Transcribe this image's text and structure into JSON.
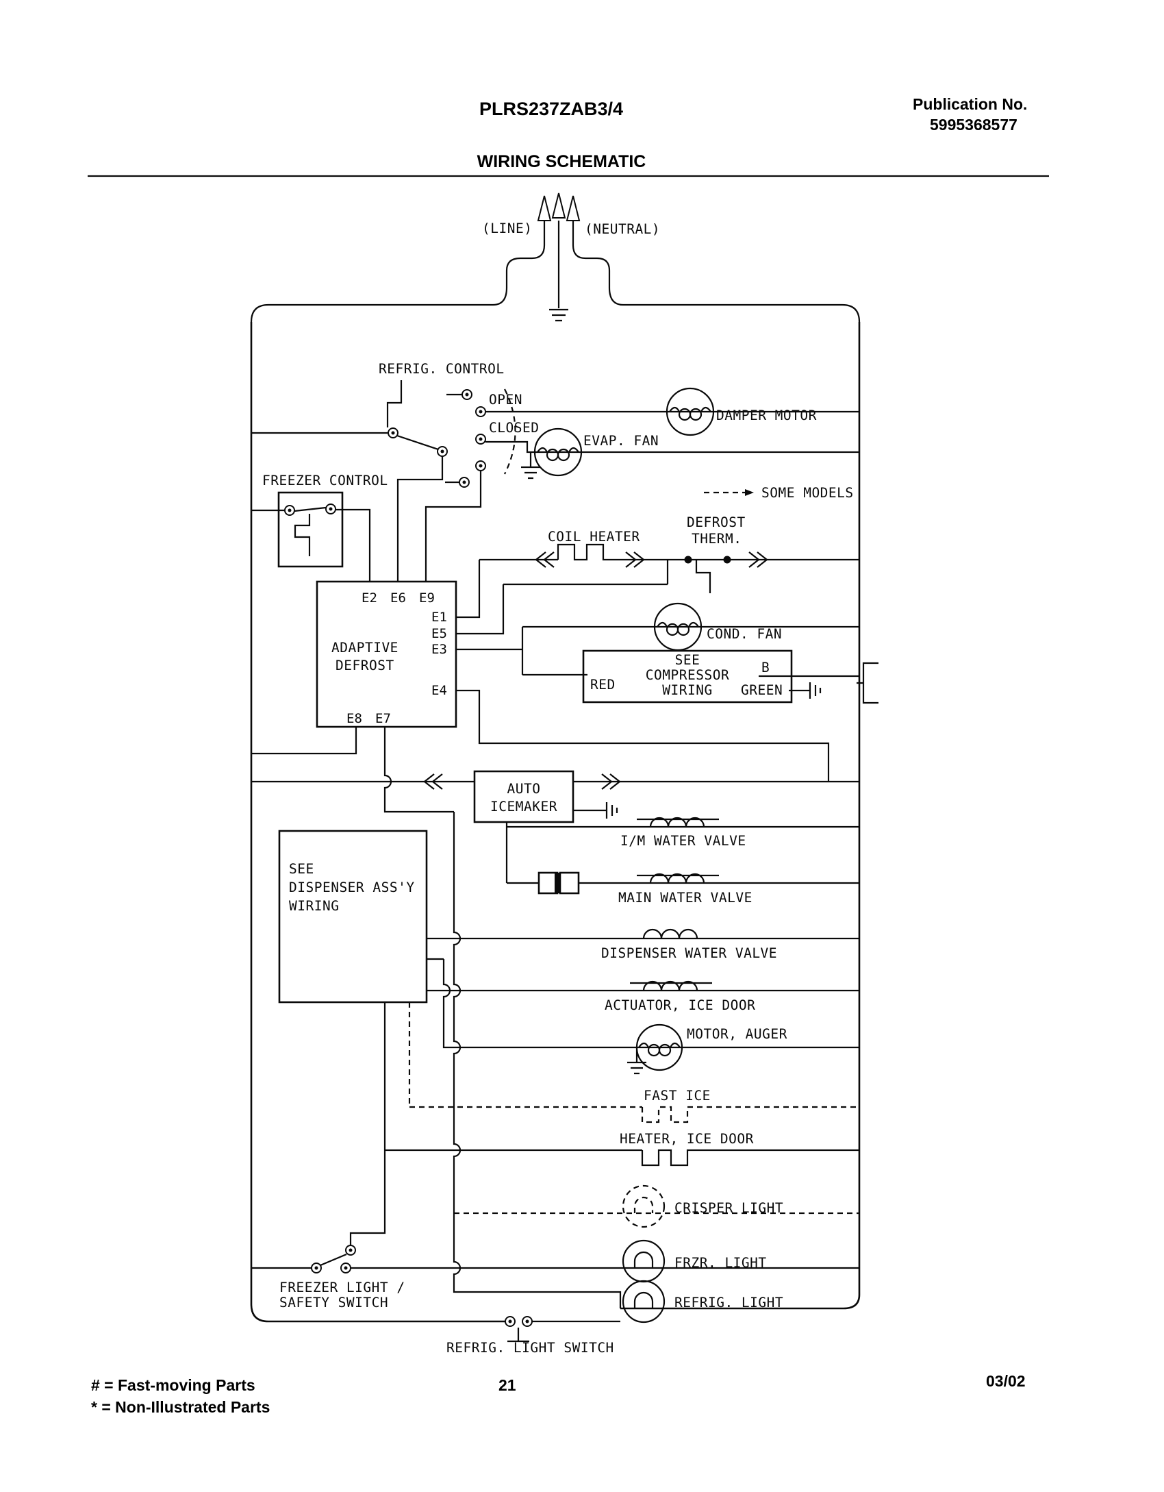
{
  "header": {
    "model": "PLRS237ZAB3/4",
    "publication_label": "Publication No.",
    "publication_number": "5995368577",
    "title": "WIRING SCHEMATIC"
  },
  "supply": {
    "line": "(LINE)",
    "neutral": "(NEUTRAL)"
  },
  "components": {
    "refrig_control": "REFRIG. CONTROL",
    "open": "OPEN",
    "closed": "CLOSED",
    "damper_motor": "DAMPER MOTOR",
    "evap_fan": "EVAP. FAN",
    "some_models": "SOME MODELS",
    "freezer_control": "FREEZER CONTROL",
    "coil_heater": "COIL HEATER",
    "defrost_therm_line1": "DEFROST",
    "defrost_therm_line2": "THERM.",
    "adaptive_defrost_line1": "ADAPTIVE",
    "adaptive_defrost_line2": "DEFROST",
    "cond_fan": "COND. FAN",
    "compressor_line1": "SEE",
    "compressor_line2": "COMPRESSOR",
    "compressor_line3": "WIRING",
    "wire_red": "RED",
    "wire_b": "B",
    "wire_green": "GREEN",
    "auto_icemaker_line1": "AUTO",
    "auto_icemaker_line2": "ICEMAKER",
    "dispenser_line1": "SEE",
    "dispenser_line2": "DISPENSER ASS'Y",
    "dispenser_line3": "WIRING",
    "im_water_valve": "I/M WATER VALVE",
    "main_water_valve": "MAIN WATER VALVE",
    "dispenser_water_valve": "DISPENSER WATER VALVE",
    "actuator_ice_door": "ACTUATOR, ICE DOOR",
    "motor_auger": "MOTOR, AUGER",
    "fast_ice": "FAST ICE",
    "heater_ice_door": "HEATER, ICE DOOR",
    "crisper_light": "CRISPER LIGHT",
    "frzr_light": "FRZR. LIGHT",
    "refrig_light": "REFRIG. LIGHT",
    "freezer_light_switch_line1": "FREEZER LIGHT /",
    "freezer_light_switch_line2": "SAFETY SWITCH",
    "refrig_light_switch": "REFRIG. LIGHT SWITCH"
  },
  "adaptive_defrost_pins": {
    "e2": "E2",
    "e6": "E6",
    "e9": "E9",
    "e1": "E1",
    "e5": "E5",
    "e3": "E3",
    "e4": "E4",
    "e8": "E8",
    "e7": "E7"
  },
  "footer": {
    "fast_moving": "#  =  Fast-moving Parts",
    "non_illustrated": "*   =  Non-Illustrated Parts",
    "page": "21",
    "date": "03/02"
  }
}
